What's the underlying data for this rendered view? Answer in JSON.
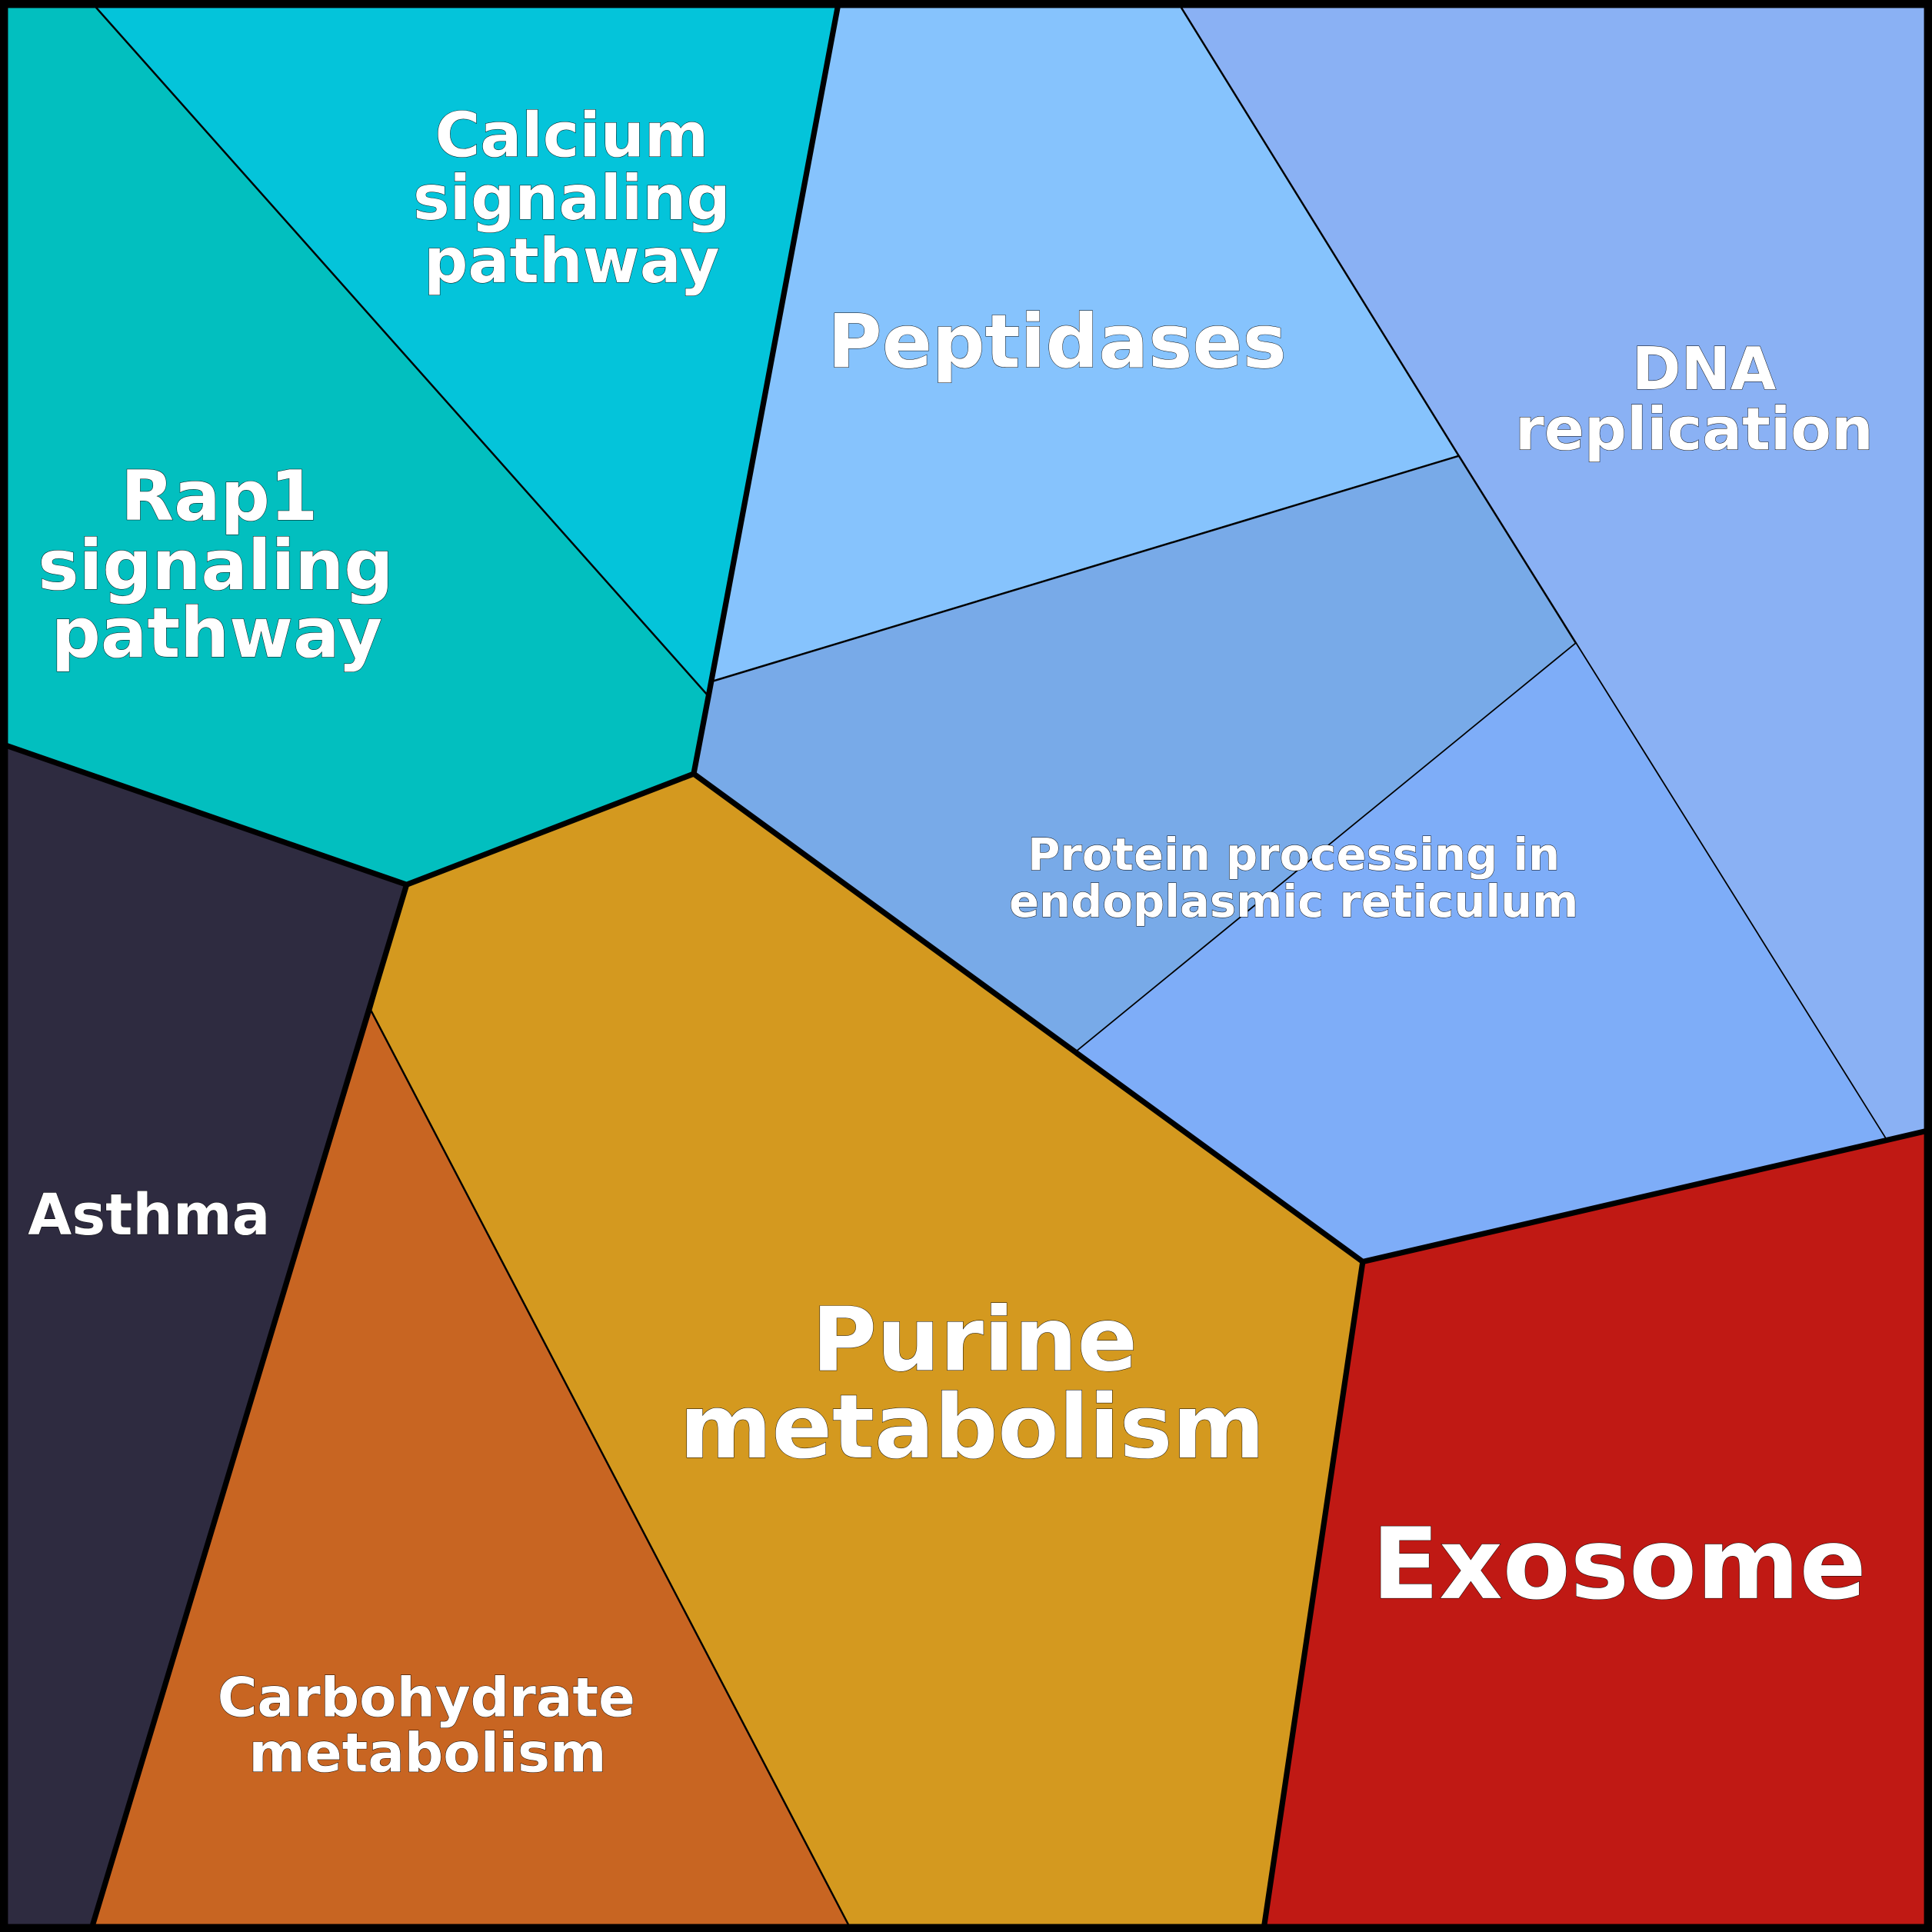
{
  "title": "Pathway Voronoi treemap",
  "cells": [
    {
      "id": "rap1",
      "lines": [
        "Rap1",
        "signaling",
        "pathway"
      ],
      "color": "#02bfbf",
      "group": "signaling"
    },
    {
      "id": "calcium",
      "lines": [
        "Calcium",
        "signaling",
        "pathway"
      ],
      "color": "#04c4da",
      "group": "signaling"
    },
    {
      "id": "peptidases",
      "lines": [
        "Peptidases"
      ],
      "color": "#86c3fd",
      "group": "proteins"
    },
    {
      "id": "dna",
      "lines": [
        "DNA",
        "replication"
      ],
      "color": "#8ab1f4",
      "group": "proteins"
    },
    {
      "id": "protein",
      "lines": [
        "Protein processing in",
        "endoplasmic reticulum"
      ],
      "color": "#78aae8",
      "group": "proteins"
    },
    {
      "id": "purine",
      "lines": [
        "Purine",
        "metabolism"
      ],
      "color": "#d4991f",
      "group": "metabolism"
    },
    {
      "id": "carbohydrate",
      "lines": [
        "Carbohydrate",
        "metabolism"
      ],
      "color": "#c86522",
      "group": "metabolism"
    },
    {
      "id": "asthma",
      "lines": [
        "Asthma"
      ],
      "color": "#2e2b40",
      "group": "disease"
    },
    {
      "id": "exosome",
      "lines": [
        "Exosome"
      ],
      "color": "#c01914",
      "group": "exosome"
    }
  ],
  "protein_second_color": "#7eadf8"
}
